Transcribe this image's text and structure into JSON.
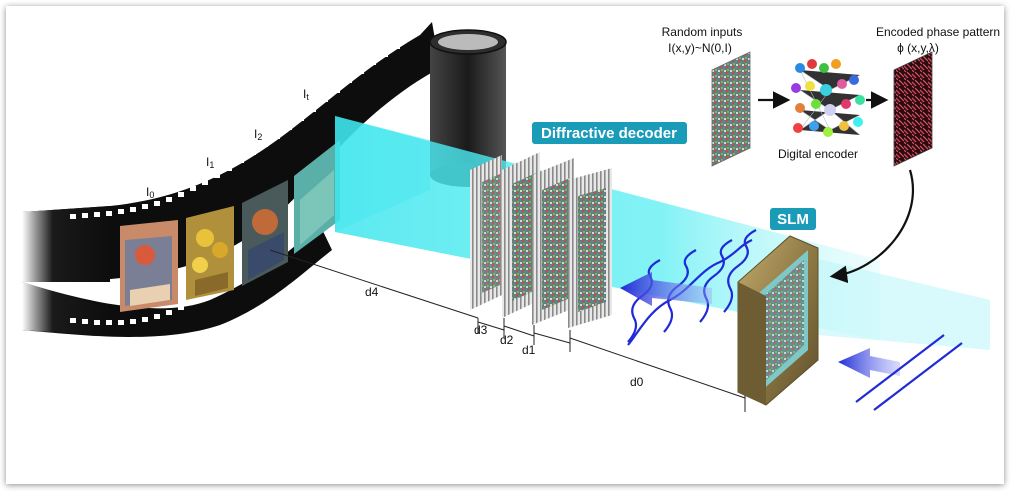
{
  "diagram": {
    "frame_labels": [
      {
        "main": "I",
        "sub": "0"
      },
      {
        "main": "I",
        "sub": "1"
      },
      {
        "main": "I",
        "sub": "2"
      },
      {
        "main": "I",
        "sub": "t"
      }
    ],
    "decoder_label": "Diffractive decoder",
    "slm_label": "SLM",
    "random_inputs_title": "Random inputs",
    "random_inputs_formula": "I(x,y)~N(0,I)",
    "encoded_title": "Encoded phase pattern",
    "encoded_formula": "ϕ (x,y,λ)",
    "digital_encoder_label": "Digital encoder",
    "distances": [
      "d4",
      "d3",
      "d2",
      "d1",
      "d0"
    ],
    "colors": {
      "beam": "#3fe6ee",
      "pill": "#1a9bb8",
      "arrow": "#1f2bd6",
      "film": "#0d0d0d",
      "slm_frame": "#a08a52"
    }
  }
}
